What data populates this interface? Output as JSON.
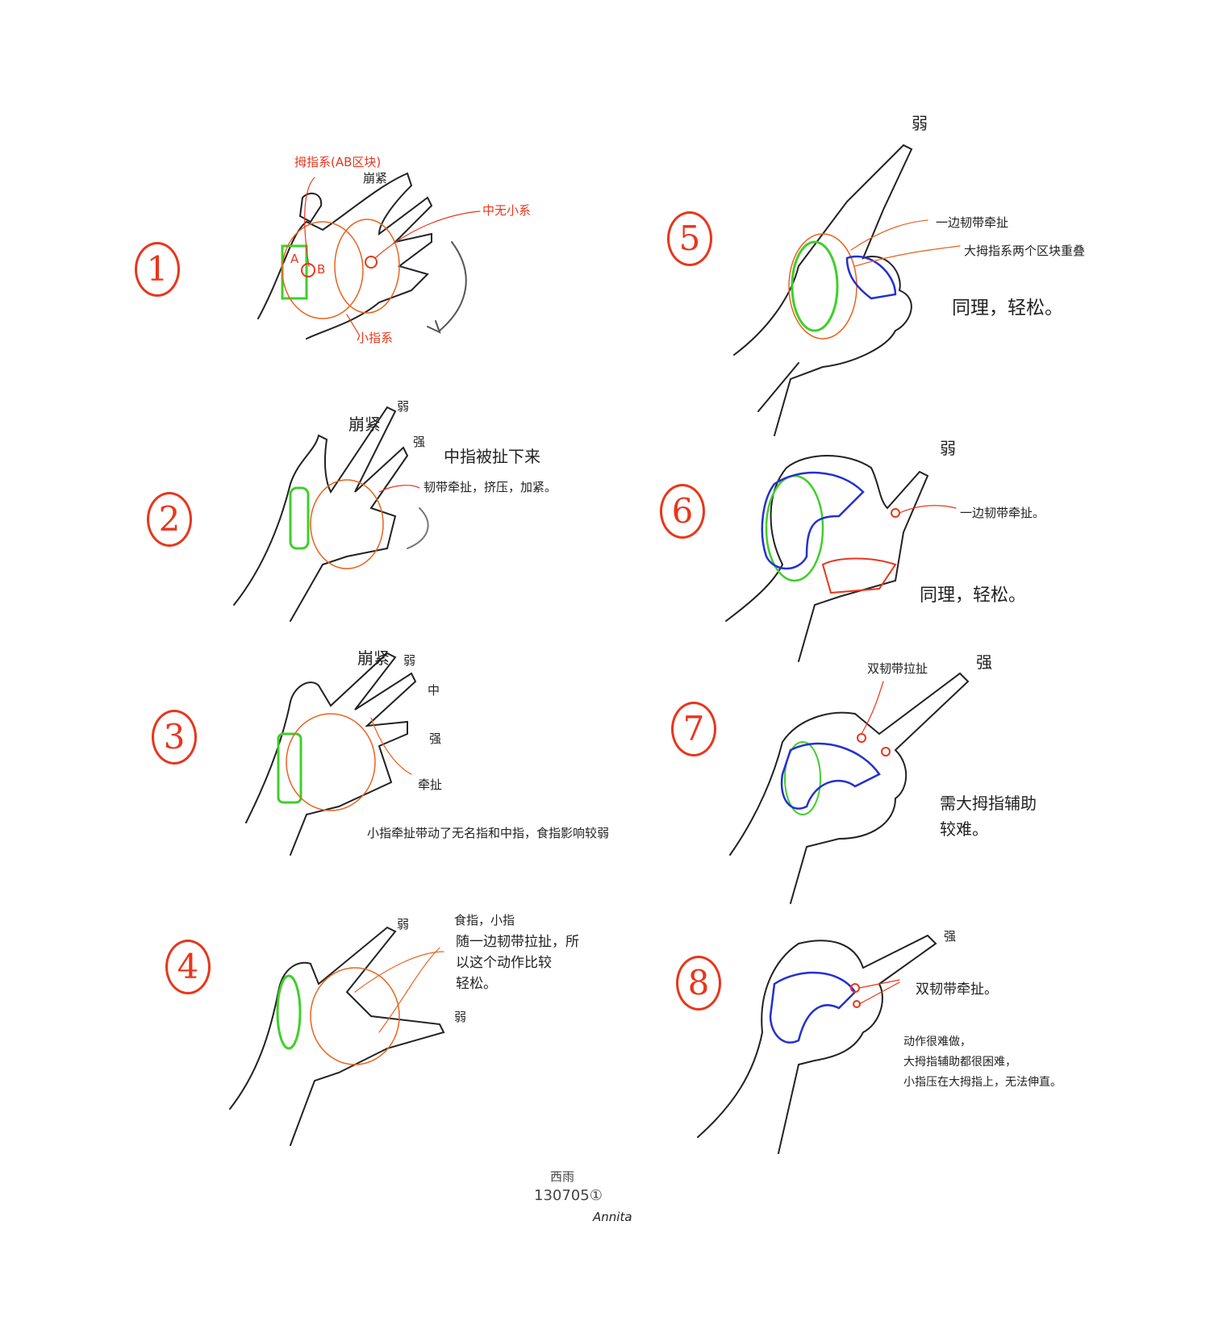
{
  "panels": [
    {
      "number": "1",
      "labels": {
        "thumb_group": "拇指系(AB区块)",
        "tense": "崩紧",
        "other_fingers": "中无小系",
        "pinky_group": "小指系",
        "a": "A",
        "b": "B"
      }
    },
    {
      "number": "2",
      "labels": {
        "tense": "崩紧",
        "weak": "弱",
        "strong": "强",
        "middle_pulled": "中指被扯下来",
        "ligament": "韧带牵扯，挤压，加紧。"
      }
    },
    {
      "number": "3",
      "labels": {
        "tense": "崩紧",
        "weak": "弱",
        "middle": "中",
        "strong": "强",
        "pull": "牵扯",
        "note": "小指牵扯带动了无名指和中指，食指影响较弱"
      }
    },
    {
      "number": "4",
      "labels": {
        "weak_top": "弱",
        "fingers": "食指，小指",
        "note_lines": [
          "随一边韧带拉扯，所",
          "以这个动作比较",
          "轻松。"
        ],
        "weak_bottom": "弱"
      }
    },
    {
      "number": "5",
      "labels": {
        "weak": "弱",
        "ligament": "一边韧带牵扯",
        "thumb_overlap": "大拇指系两个区块重叠",
        "easy": "同理，轻松。"
      }
    },
    {
      "number": "6",
      "labels": {
        "weak": "弱",
        "ligament": "一边韧带牵扯。",
        "easy": "同理，轻松。"
      }
    },
    {
      "number": "7",
      "labels": {
        "double_ligament": "双韧带拉扯",
        "strong": "强",
        "note_lines": [
          "需大拇指辅助",
          "较难。"
        ]
      }
    },
    {
      "number": "8",
      "labels": {
        "strong": "强",
        "double_ligament": "双韧带牵扯。",
        "note_lines": [
          "动作很难做，",
          "大拇指辅助都很困难，",
          "小指压在大拇指上，无法伸直。"
        ]
      }
    }
  ],
  "signature": {
    "name": "西雨",
    "date": "130705①",
    "sign": "Annita"
  },
  "colors": {
    "red": "#e8361c",
    "green": "#3fcf2a",
    "blue": "#2430d0",
    "ink": "#222222"
  }
}
